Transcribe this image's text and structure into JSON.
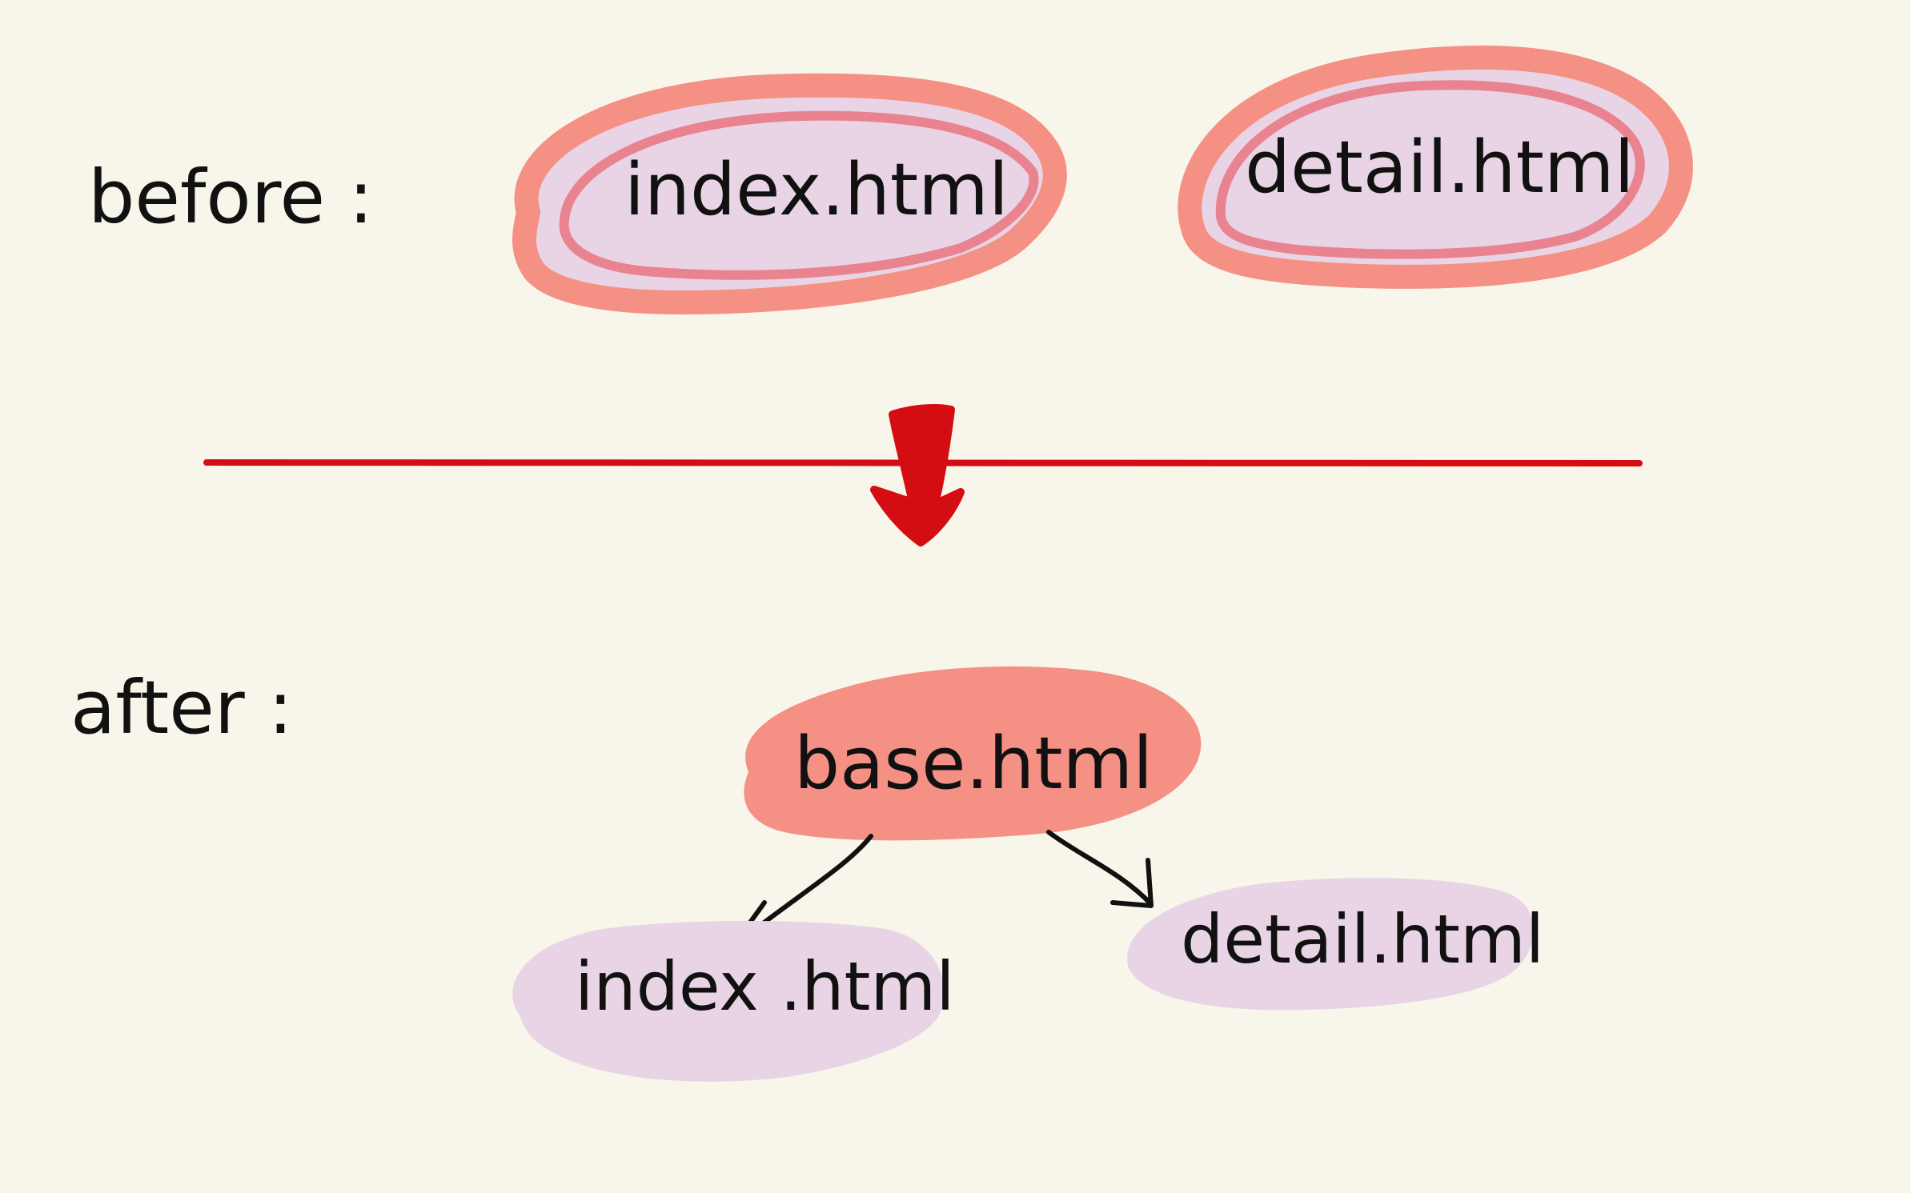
{
  "labels": {
    "before": "before :",
    "after": "after :"
  },
  "before": {
    "files": [
      "index.html",
      "detail.html"
    ]
  },
  "after": {
    "base": "base.html",
    "children": [
      "index .html",
      "detail.html"
    ]
  },
  "colors": {
    "background": "#f8f6ea",
    "salmon": "#f59085",
    "salmon_dark": "#e97a85",
    "lavender": "#e9d4e6",
    "red": "#d40d12",
    "ink": "#111111"
  }
}
